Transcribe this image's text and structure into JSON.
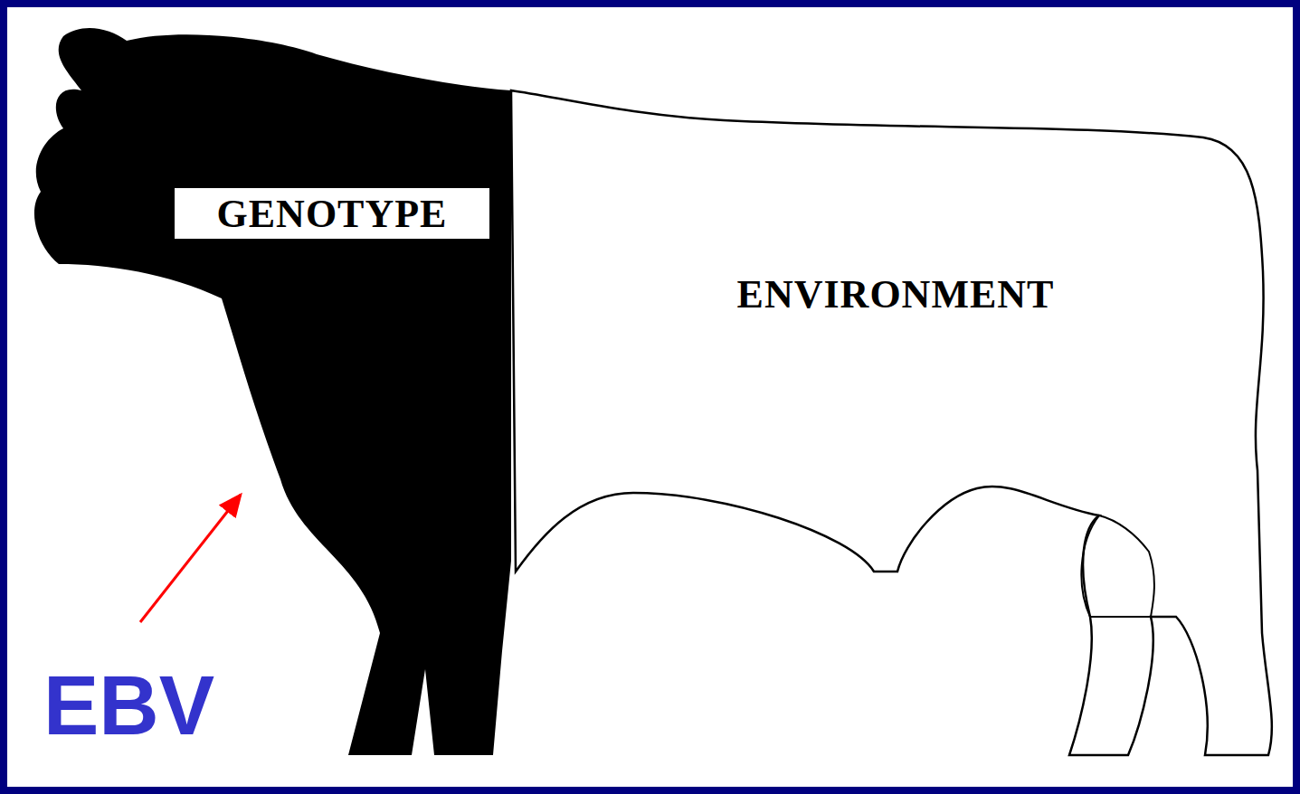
{
  "diagram": {
    "nodes": [
      {
        "text": [
          "GENOTYPE"
        ]
      },
      {
        "text": [
          "ENVIRONMENT"
        ]
      }
    ],
    "labels": [
      "EBV"
    ]
  }
}
